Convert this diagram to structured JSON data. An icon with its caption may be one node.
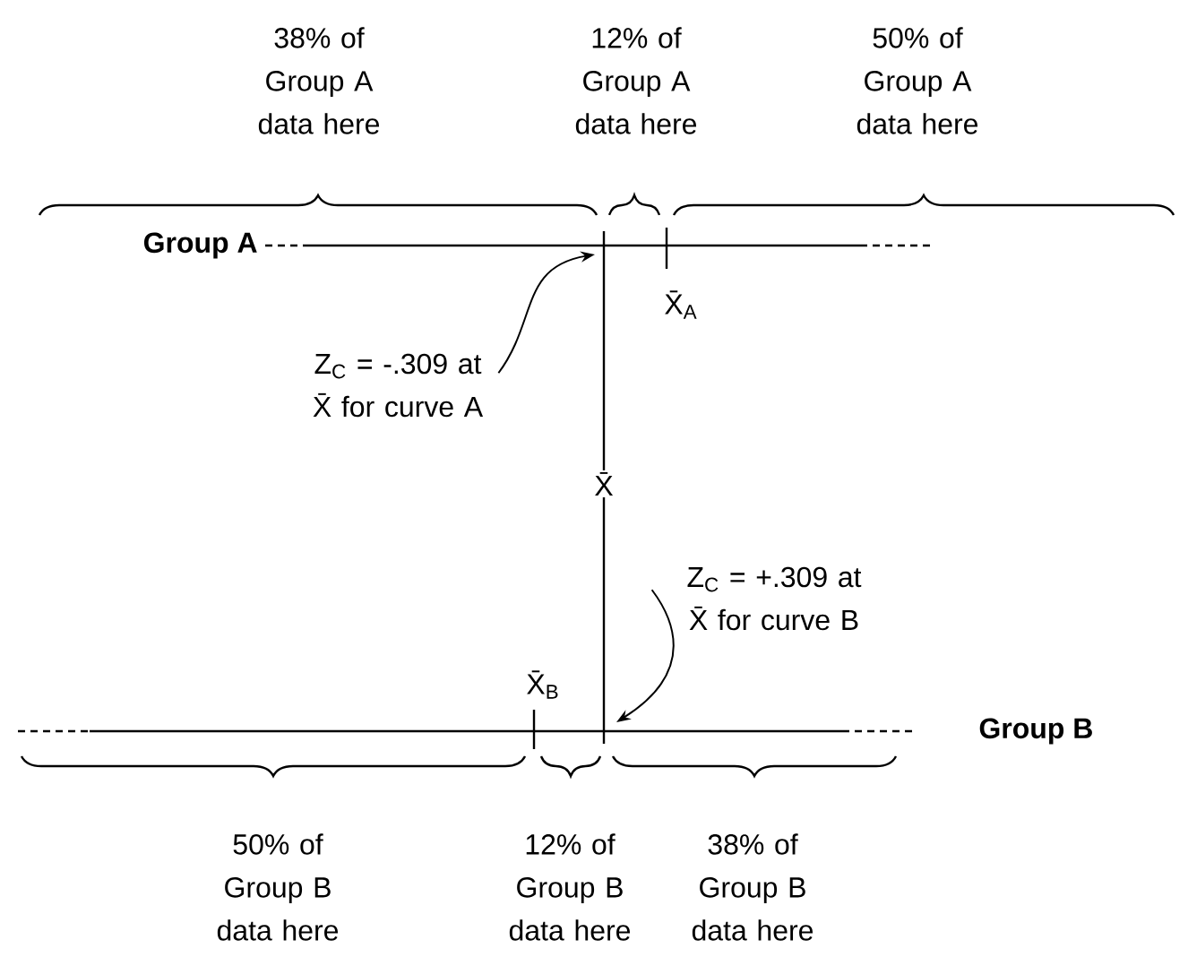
{
  "diagram": {
    "nodes": [
      {
        "text": [
          "Z$_{C}$ = -.309 at X̄ for curve A"
        ]
      },
      {
        "text": [
          "Z$_{C}$ = +.309 at X̄ for curve B"
        ]
      }
    ],
    "edges": [
      {
        "from": 0,
        "to": null,
        "arrow": "to"
      },
      {
        "from": 1,
        "to": null,
        "arrow": "to"
      }
    ],
    "labels": [
      "38% of Group A data here",
      "12% of Group A data here",
      "50% of Group A data here",
      "Group A",
      "X̄$_{A}$",
      "X̄",
      "X̄$_{B}$",
      "Group B",
      "50% of Group B data here",
      "12% of Group B data here",
      "38% of Group B data here"
    ]
  }
}
